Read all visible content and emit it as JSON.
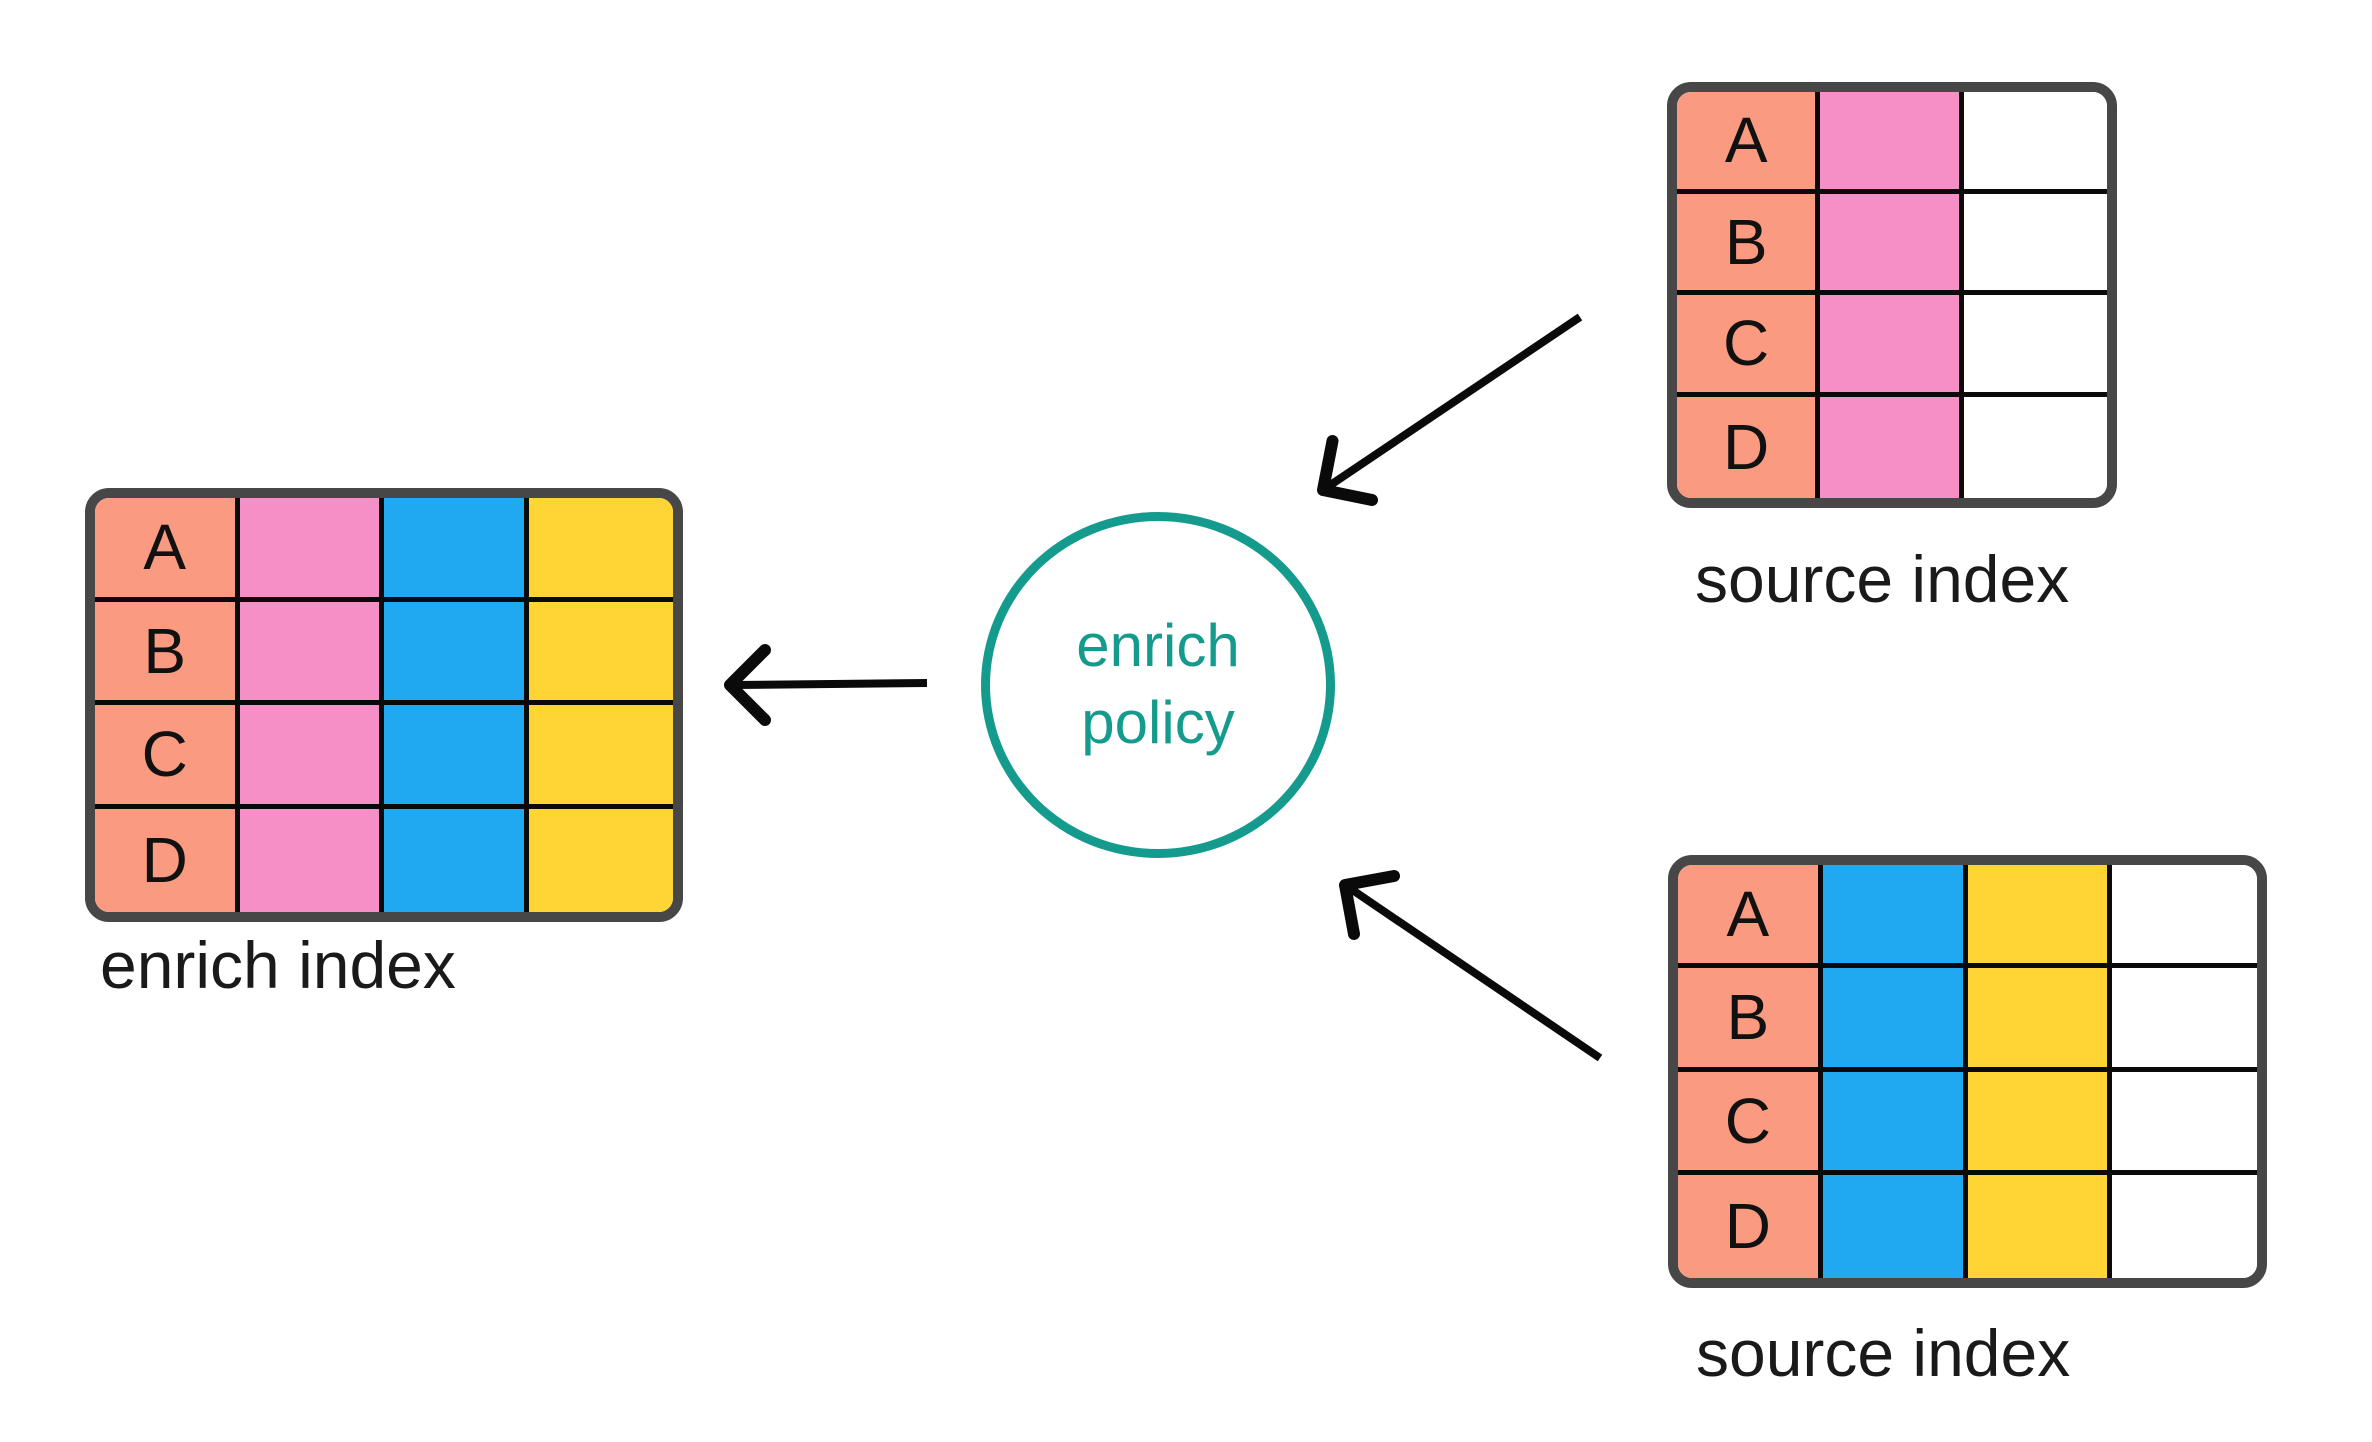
{
  "diagram": {
    "colors": {
      "salmon": "#FA9A80",
      "pink": "#F78FC7",
      "blue": "#20A9F0",
      "yellow": "#FFD535",
      "teal": "#149B8D",
      "table_border": "#474747",
      "grid_line": "#0a0a0a",
      "arrow": "#0a0a0a"
    },
    "enrich_table": {
      "label": "enrich index",
      "rows": [
        "A",
        "B",
        "C",
        "D"
      ],
      "columns": [
        "salmon",
        "pink",
        "blue",
        "yellow"
      ]
    },
    "source_table_top": {
      "label": "source index",
      "rows": [
        "A",
        "B",
        "C",
        "D"
      ],
      "columns": [
        "salmon",
        "pink",
        "white"
      ]
    },
    "source_table_bottom": {
      "label": "source index",
      "rows": [
        "A",
        "B",
        "C",
        "D"
      ],
      "columns": [
        "salmon",
        "blue",
        "yellow",
        "white"
      ]
    },
    "policy_circle": {
      "line1": "enrich",
      "line2": "policy"
    }
  }
}
